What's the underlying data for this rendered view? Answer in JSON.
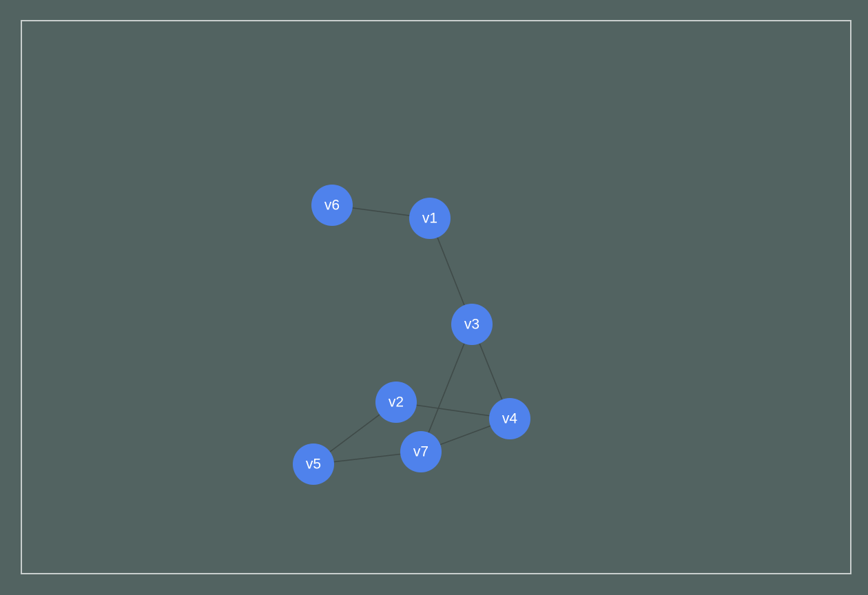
{
  "graph": {
    "node_color": "#4f82ec",
    "edge_color": "#3f4a48",
    "background_color": "#526361",
    "frame_color": "#c9cfce",
    "nodes": [
      {
        "id": "v1",
        "label": "v1"
      },
      {
        "id": "v2",
        "label": "v2"
      },
      {
        "id": "v3",
        "label": "v3"
      },
      {
        "id": "v4",
        "label": "v4"
      },
      {
        "id": "v5",
        "label": "v5"
      },
      {
        "id": "v6",
        "label": "v6"
      },
      {
        "id": "v7",
        "label": "v7"
      }
    ],
    "edges": [
      {
        "source": "v6",
        "target": "v1"
      },
      {
        "source": "v1",
        "target": "v3"
      },
      {
        "source": "v3",
        "target": "v4"
      },
      {
        "source": "v3",
        "target": "v7"
      },
      {
        "source": "v2",
        "target": "v4"
      },
      {
        "source": "v2",
        "target": "v5"
      },
      {
        "source": "v5",
        "target": "v7"
      },
      {
        "source": "v7",
        "target": "v4"
      }
    ]
  }
}
